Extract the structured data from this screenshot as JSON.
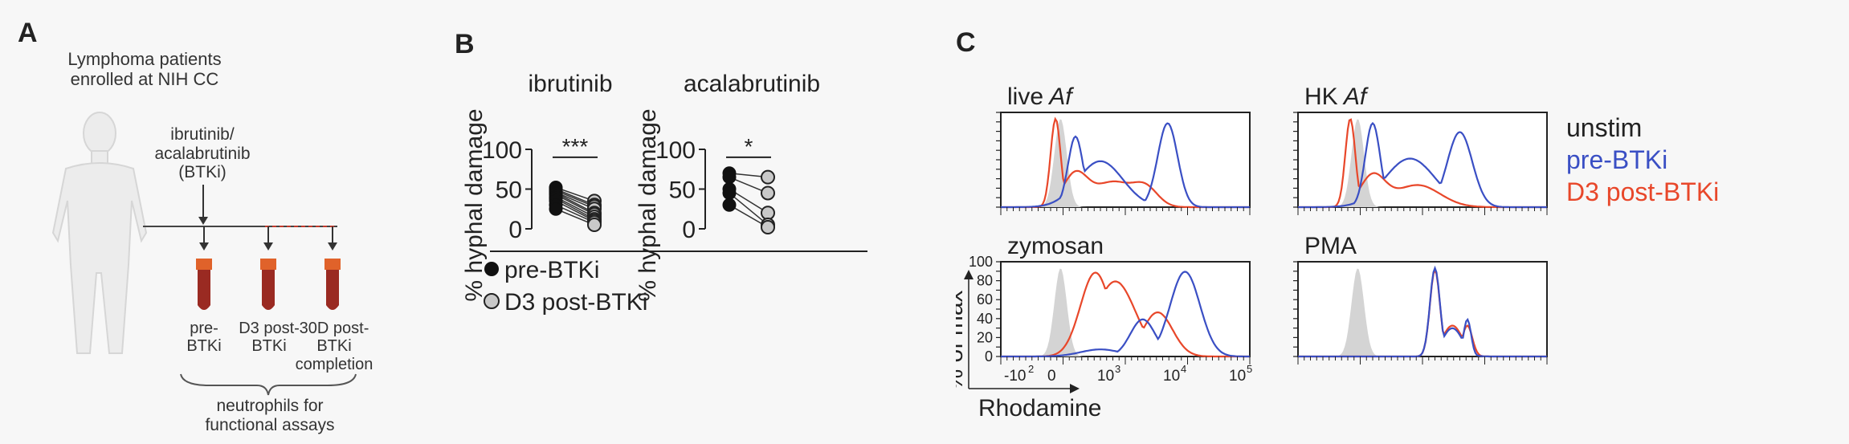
{
  "panel_a": {
    "letter": "A",
    "title_line1": "Lymphoma patients",
    "title_line2": "enrolled at NIH CC",
    "drug_line1": "ibrutinib/",
    "drug_line2": "acalabrutinib",
    "drug_line3": "(BTKi)",
    "tube1_line1": "pre-",
    "tube1_line2": "BTKi",
    "tube2_line1": "D3 post-",
    "tube2_line2": "BTKi",
    "tube3_line1": "30D post-",
    "tube3_line2": "BTKi",
    "tube3_line3": "completion",
    "bracket_line1": "neutrophils for",
    "bracket_line2": "functional assays"
  },
  "panel_b": {
    "letter": "B",
    "ylabel": "% hyphal damage",
    "legend": [
      "pre-BTKi",
      "D3 post-BTKi"
    ],
    "ticks": [
      "0",
      "50",
      "100"
    ]
  },
  "panel_c": {
    "letter": "C",
    "ylabel": "% of max",
    "xlabel": "Rhodamine",
    "legend": [
      {
        "label": "unstim",
        "color": "#222222"
      },
      {
        "label": "pre-BTKi",
        "color": "#3a4fc4"
      },
      {
        "label": "D3 post-BTKi",
        "color": "#e8472a"
      }
    ],
    "yticks": [
      "0",
      "20",
      "40",
      "60",
      "80",
      "100"
    ],
    "xticks": [
      "-10",
      "2",
      "0",
      "10",
      "3",
      "10",
      "4",
      "10",
      "5"
    ]
  },
  "chart_data": [
    {
      "type": "scatter",
      "title": "ibrutinib",
      "ylabel": "% hyphal damage",
      "ylim": [
        0,
        100
      ],
      "categories": [
        "pre-BTKi",
        "D3 post-BTKi"
      ],
      "significance": "***",
      "pairs": [
        [
          52,
          35
        ],
        [
          50,
          30
        ],
        [
          48,
          28
        ],
        [
          46,
          25
        ],
        [
          45,
          20
        ],
        [
          43,
          18
        ],
        [
          40,
          15
        ],
        [
          38,
          12
        ],
        [
          35,
          10
        ],
        [
          30,
          8
        ],
        [
          25,
          5
        ]
      ]
    },
    {
      "type": "scatter",
      "title": "acalabrutinib",
      "ylabel": "% hyphal damage",
      "ylim": [
        0,
        100
      ],
      "categories": [
        "pre-BTKi",
        "D3 post-BTKi"
      ],
      "significance": "*",
      "pairs": [
        [
          70,
          65
        ],
        [
          65,
          45
        ],
        [
          50,
          20
        ],
        [
          45,
          5
        ],
        [
          30,
          2
        ]
      ]
    },
    {
      "type": "line",
      "title": "live Af",
      "series": [
        {
          "name": "unstim",
          "color": "#cfcfcf",
          "filled": true
        },
        {
          "name": "pre-BTKi",
          "color": "#3a4fc4"
        },
        {
          "name": "D3 post-BTKi",
          "color": "#e8472a"
        }
      ]
    },
    {
      "type": "line",
      "title": "HK Af",
      "series": [
        {
          "name": "unstim",
          "color": "#cfcfcf",
          "filled": true
        },
        {
          "name": "pre-BTKi",
          "color": "#3a4fc4"
        },
        {
          "name": "D3 post-BTKi",
          "color": "#e8472a"
        }
      ]
    },
    {
      "type": "line",
      "title": "zymosan",
      "series": [
        {
          "name": "unstim",
          "color": "#cfcfcf",
          "filled": true
        },
        {
          "name": "pre-BTKi",
          "color": "#3a4fc4"
        },
        {
          "name": "D3 post-BTKi",
          "color": "#e8472a"
        }
      ]
    },
    {
      "type": "line",
      "title": "PMA",
      "series": [
        {
          "name": "unstim",
          "color": "#cfcfcf",
          "filled": true
        },
        {
          "name": "pre-BTKi",
          "color": "#3a4fc4"
        },
        {
          "name": "D3 post-BTKi",
          "color": "#e8472a"
        }
      ]
    }
  ]
}
